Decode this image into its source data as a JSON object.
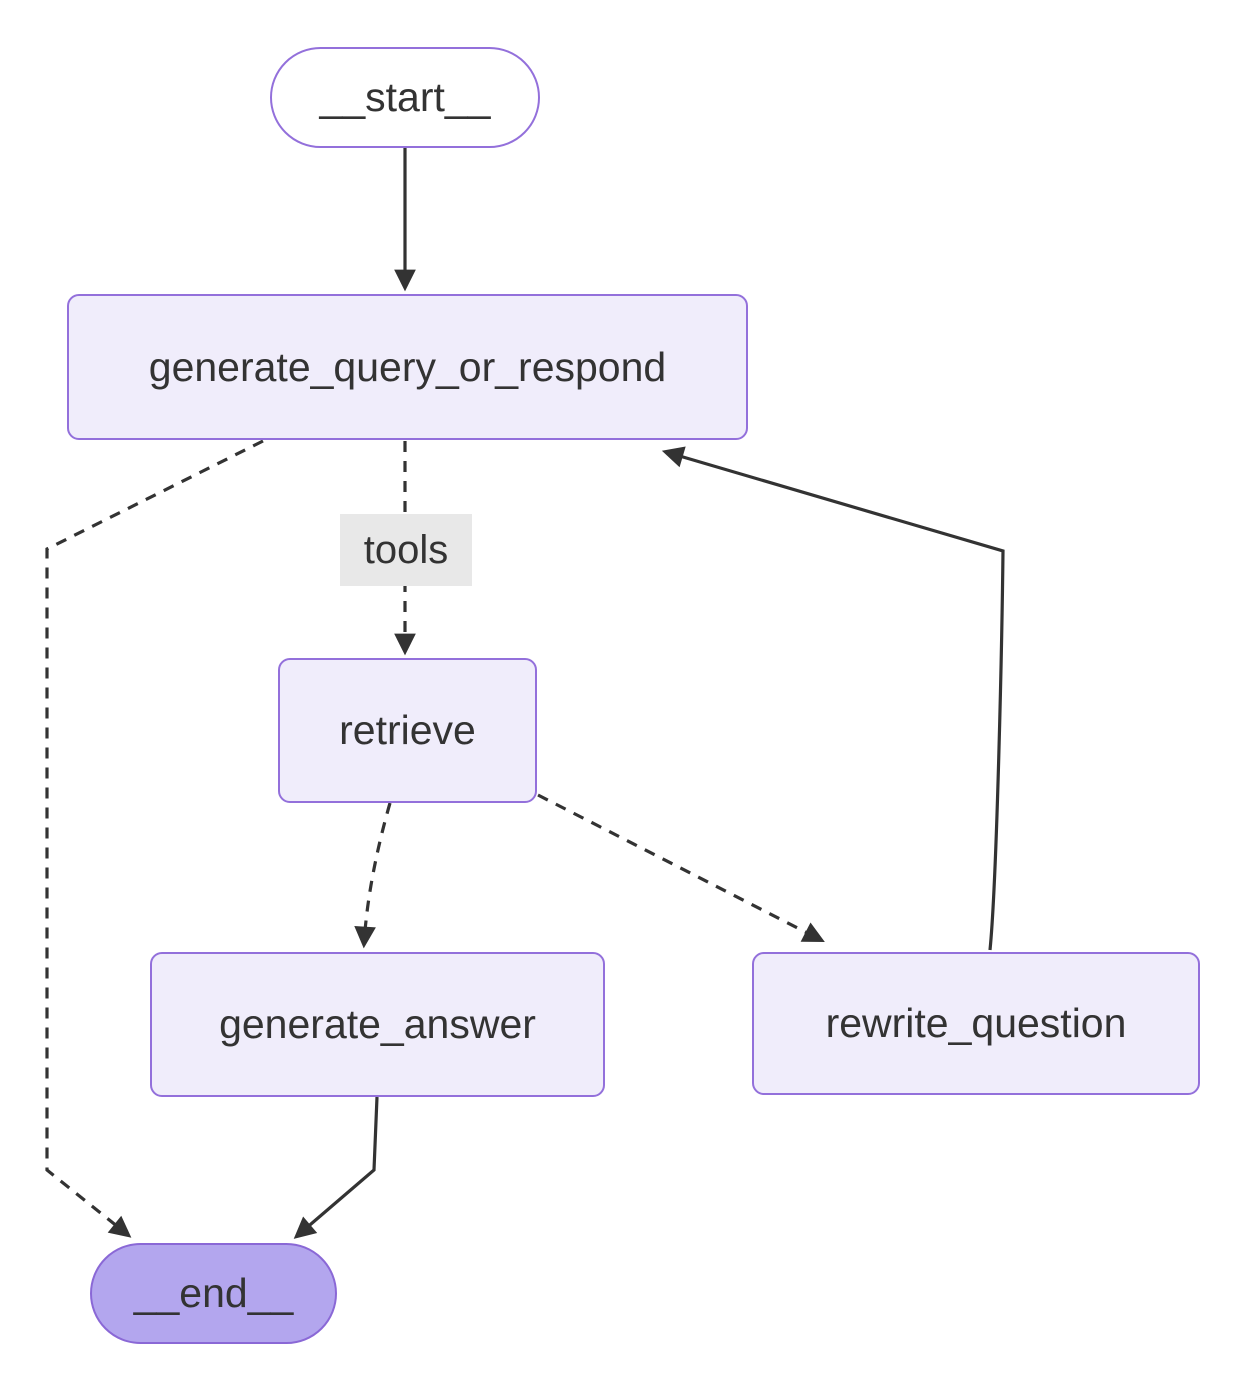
{
  "diagram": {
    "kind": "state-graph-flowchart",
    "nodes": [
      {
        "id": "__start__",
        "label": "__start__",
        "shape": "stadium"
      },
      {
        "id": "generate_query_or_respond",
        "label": "generate_query_or_respond",
        "shape": "rect"
      },
      {
        "id": "retrieve",
        "label": "retrieve",
        "shape": "rect"
      },
      {
        "id": "generate_answer",
        "label": "generate_answer",
        "shape": "rect"
      },
      {
        "id": "rewrite_question",
        "label": "rewrite_question",
        "shape": "rect"
      },
      {
        "id": "__end__",
        "label": "__end__",
        "shape": "stadium"
      }
    ],
    "edges": [
      {
        "from": "__start__",
        "to": "generate_query_or_respond",
        "style": "solid",
        "label": ""
      },
      {
        "from": "generate_query_or_respond",
        "to": "retrieve",
        "style": "dashed",
        "label": "tools"
      },
      {
        "from": "generate_query_or_respond",
        "to": "__end__",
        "style": "dashed",
        "label": ""
      },
      {
        "from": "retrieve",
        "to": "generate_answer",
        "style": "dashed",
        "label": ""
      },
      {
        "from": "retrieve",
        "to": "rewrite_question",
        "style": "dashed",
        "label": ""
      },
      {
        "from": "rewrite_question",
        "to": "generate_query_or_respond",
        "style": "solid",
        "label": ""
      },
      {
        "from": "generate_answer",
        "to": "__end__",
        "style": "solid",
        "label": ""
      }
    ],
    "colors": {
      "background": "#ffffff",
      "node_fill": "#f0edfb",
      "node_border": "#9370db",
      "start_fill": "#ffffff",
      "end_fill": "#b3a6ee",
      "end_border": "#8a68d6",
      "edge_stroke": "#333333",
      "edge_label_bg": "#e8e8e8",
      "text": "#333333"
    }
  }
}
